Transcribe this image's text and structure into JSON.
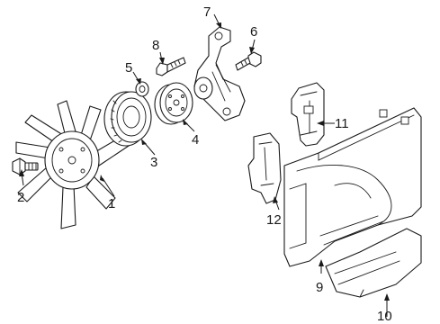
{
  "callouts": {
    "c1": "1",
    "c2": "2",
    "c3": "3",
    "c4": "4",
    "c5": "5",
    "c6": "6",
    "c7": "7",
    "c8": "8",
    "c9": "9",
    "c10": "10",
    "c11": "11",
    "c12": "12"
  },
  "colors": {
    "ink": "#1a1a1a",
    "paper": "#ffffff"
  },
  "parts": [
    {
      "callout": "1",
      "name": "cooling-fan-blade"
    },
    {
      "callout": "2",
      "name": "fan-bolt"
    },
    {
      "callout": "3",
      "name": "fan-clutch"
    },
    {
      "callout": "4",
      "name": "fan-pulley"
    },
    {
      "callout": "5",
      "name": "nut"
    },
    {
      "callout": "6",
      "name": "bolt"
    },
    {
      "callout": "7",
      "name": "fan-bracket"
    },
    {
      "callout": "8",
      "name": "bolt"
    },
    {
      "callout": "9",
      "name": "fan-shroud"
    },
    {
      "callout": "10",
      "name": "lower-shroud"
    },
    {
      "callout": "11",
      "name": "upper-shroud-piece"
    },
    {
      "callout": "12",
      "name": "side-shroud-piece"
    }
  ]
}
